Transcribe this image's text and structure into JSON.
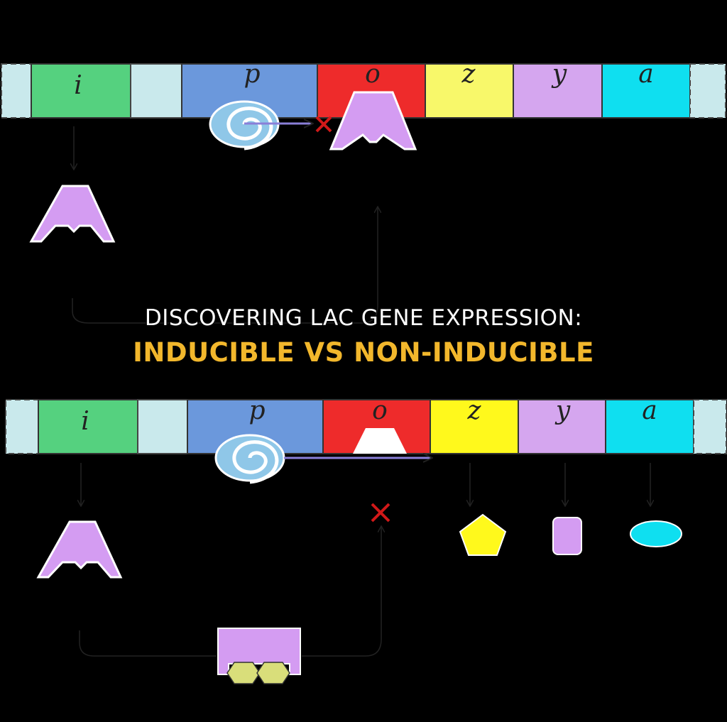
{
  "title": {
    "line1": "DISCOVERING LAC GENE EXPRESSION:",
    "line2": "INDUCIBLE VS NON-INDUCIBLE"
  },
  "genes": {
    "i": "i",
    "p": "p",
    "o": "o",
    "z": "z",
    "y": "y",
    "a": "a"
  },
  "colors": {
    "background": "#000000",
    "i_gene": "#55d17f",
    "spacer": "#c9e9ec",
    "promoter": "#6b98dc",
    "operator": "#ee2b2b",
    "z_gene": "#f8f86a",
    "z_gene_bottom": "#fff91c",
    "y_gene": "#d5a6ef",
    "a_gene": "#0fdff0",
    "repressor": "#d49cf2",
    "polymerase": "#8fc7e8",
    "block_mark": "#d11919",
    "inducer": "#d9de7a",
    "title_primary": "#ffffff",
    "title_accent": "#f2b72c"
  },
  "icons": {
    "repressor": "repressor-protein-icon",
    "polymerase": "rna-polymerase-spiral-icon",
    "blocked": "blocked-x-icon",
    "beta_galactosidase": "pentagon-icon",
    "permease": "rounded-rectangle-icon",
    "transacetylase": "ellipse-icon",
    "inducer": "hexagon-inducer-icon"
  }
}
